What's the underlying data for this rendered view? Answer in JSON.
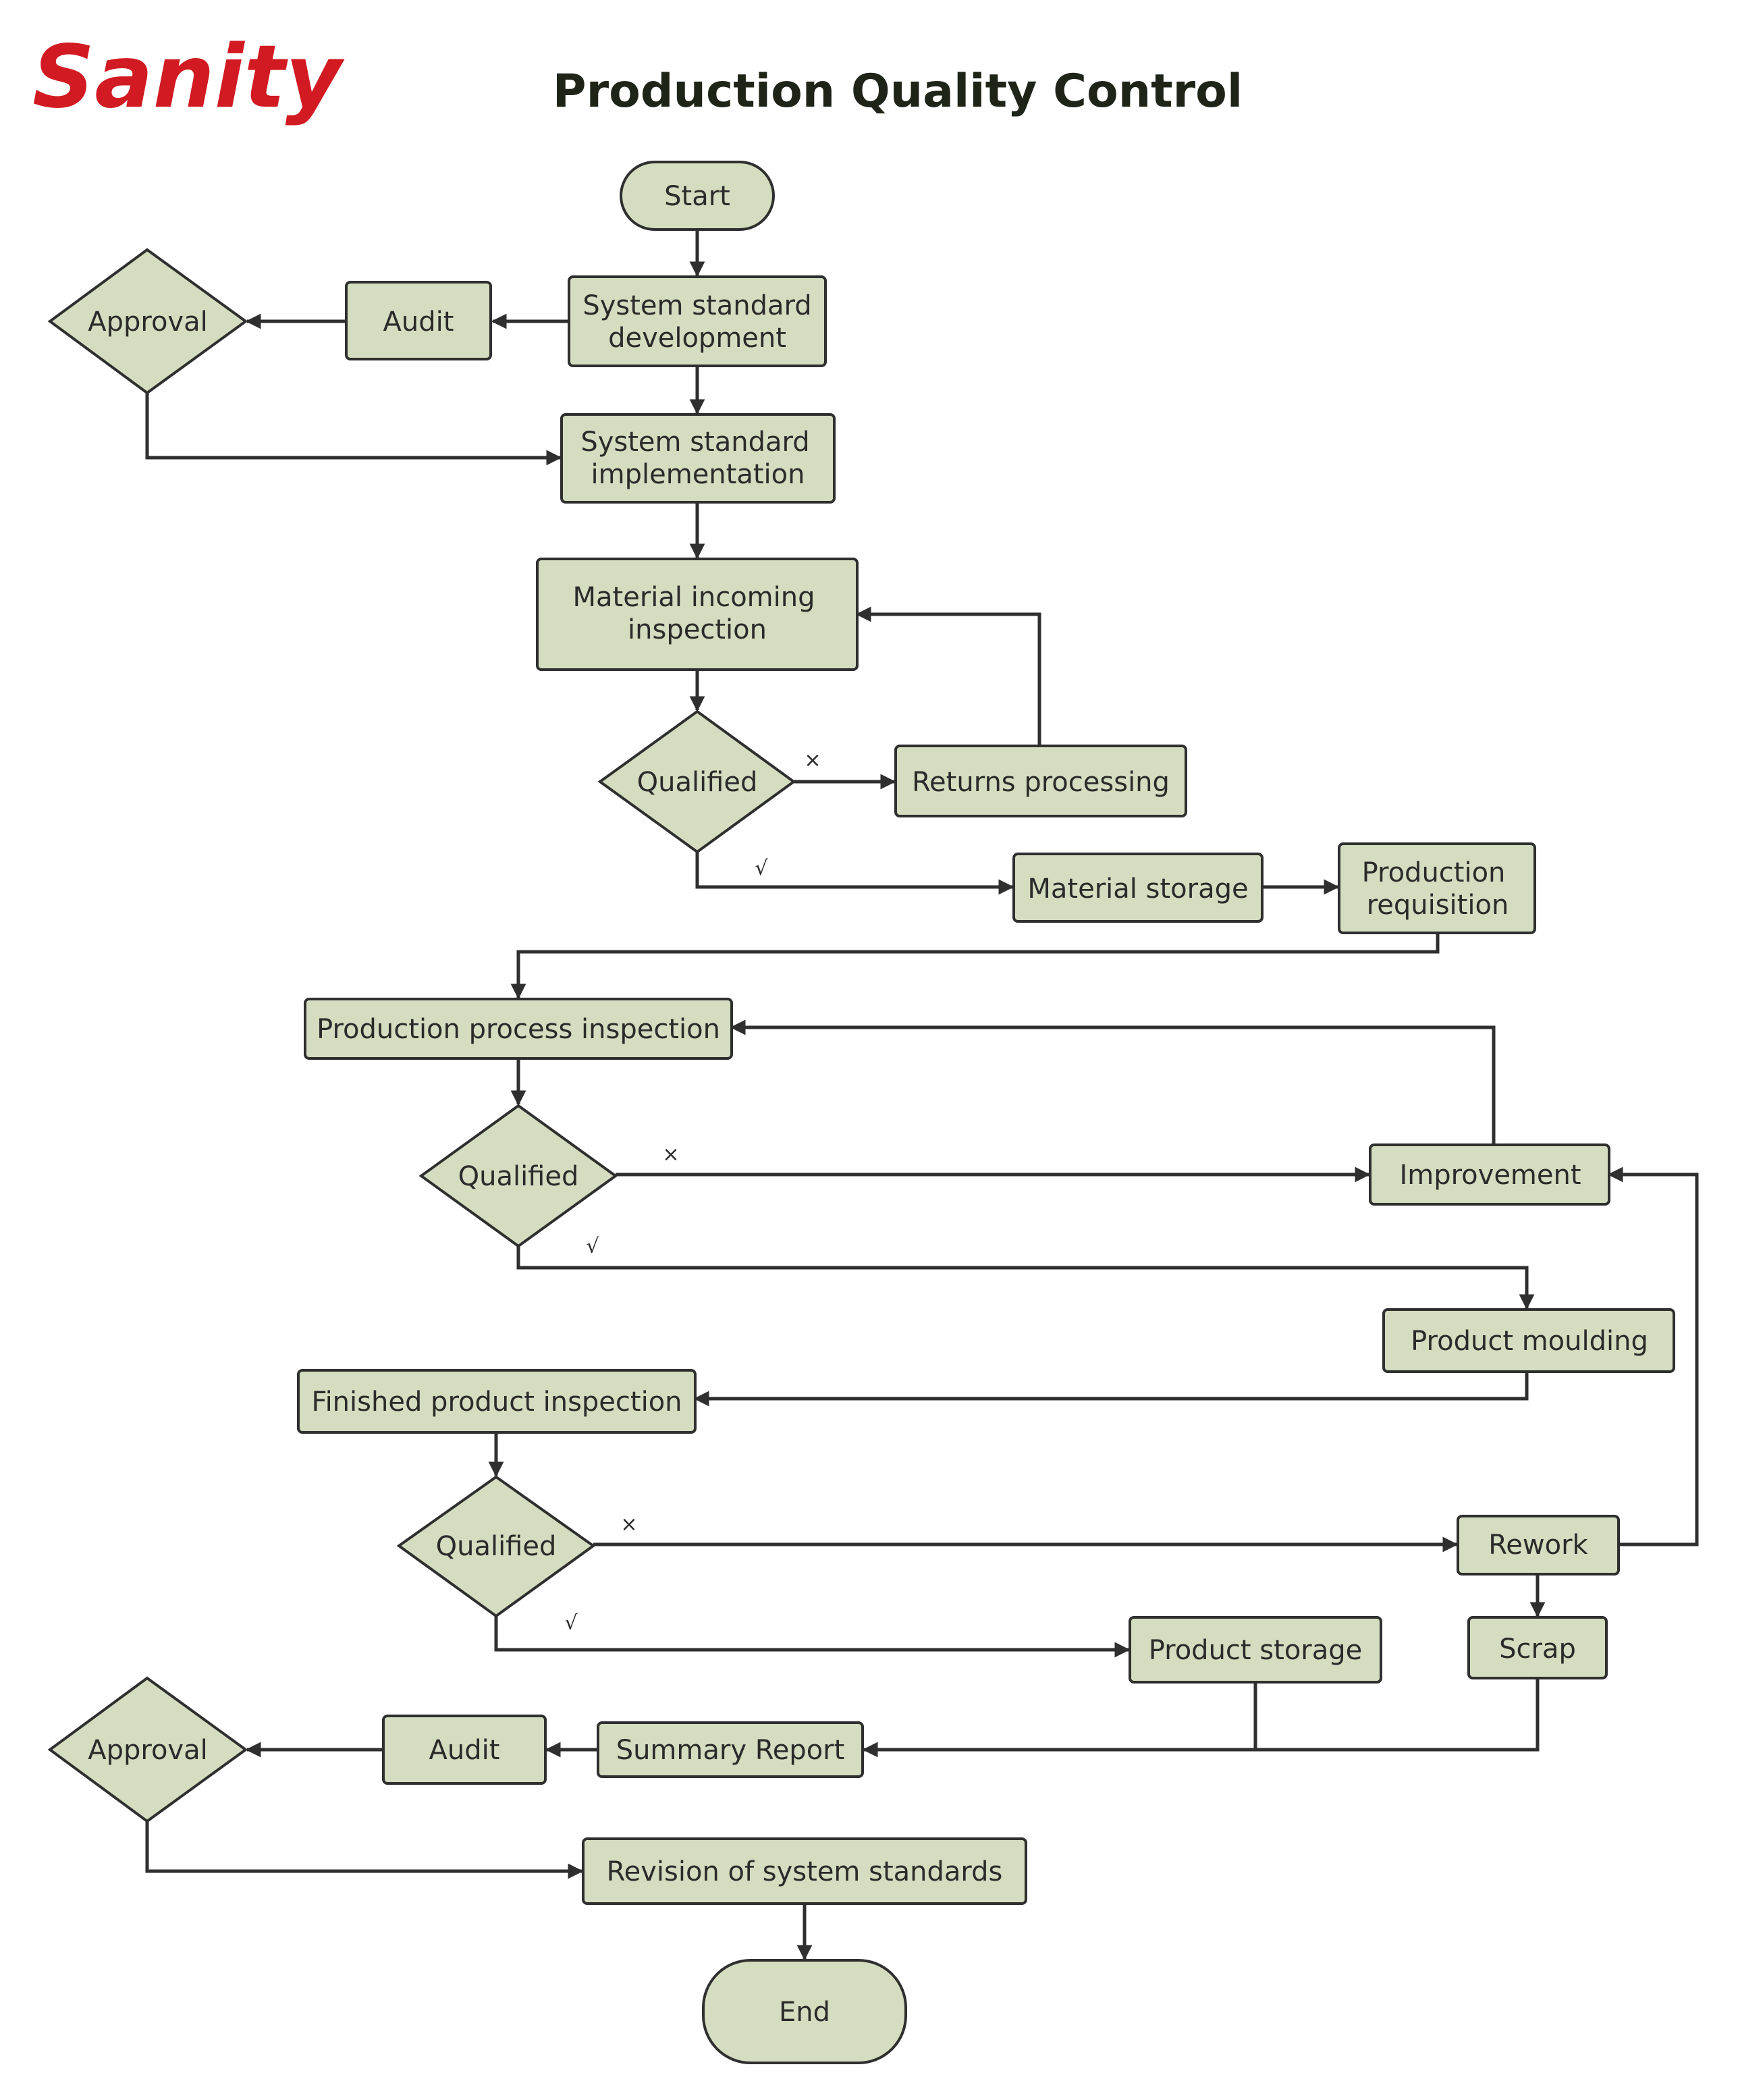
{
  "header": {
    "logo": "Sanity",
    "title": "Production Quality Control"
  },
  "colors": {
    "node_fill": "#d4ddbf",
    "stroke": "#2f2f2f",
    "logo": "#d21a22",
    "title": "#1f2418"
  },
  "nodes": {
    "start": "Start",
    "system_standard_development": [
      "System standard",
      "development"
    ],
    "audit_top": "Audit",
    "approval_top": "Approval",
    "system_standard_implementation": [
      "System standard",
      "implementation"
    ],
    "material_incoming_inspection": [
      "Material incoming",
      "inspection"
    ],
    "qualified_material": "Qualified",
    "returns_processing": "Returns processing",
    "material_storage": "Material storage",
    "production_requisition": [
      "Production",
      "requisition"
    ],
    "production_process_inspection": "Production process inspection",
    "qualified_process": "Qualified",
    "improvement": "Improvement",
    "product_moulding": "Product moulding",
    "finished_product_inspection": "Finished product inspection",
    "qualified_finished": "Qualified",
    "rework": "Rework",
    "product_storage": "Product storage",
    "scrap": "Scrap",
    "summary_report": "Summary Report",
    "audit_bottom": "Audit",
    "approval_bottom": "Approval",
    "revision_of_system_standards": "Revision of system standards",
    "end": "End"
  },
  "branch_marks": {
    "no": "×",
    "yes": "√"
  }
}
